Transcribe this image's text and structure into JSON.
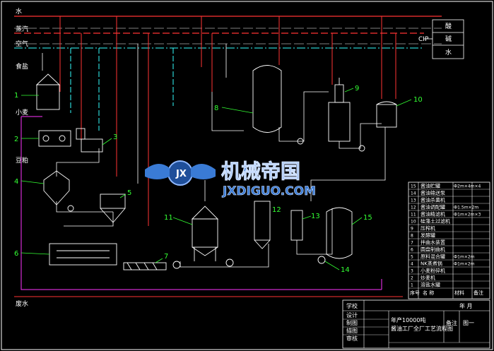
{
  "utilities": {
    "water": "水",
    "steam": "蒸汽",
    "air": "空气",
    "cip": "CIP",
    "acid": "酸",
    "alkali": "碱",
    "cip_water": "水"
  },
  "inputs": {
    "salt": "食盐",
    "wheat": "小麦",
    "soybean": "豆粕",
    "waste_water": "废水"
  },
  "callouts": [
    "1",
    "2",
    "3",
    "4",
    "5",
    "6",
    "7",
    "8",
    "9",
    "10",
    "11",
    "12",
    "13",
    "14",
    "15"
  ],
  "parts_list": {
    "rows": [
      {
        "no": "15",
        "name": "酱油贮罐",
        "spec": "Ф2m×4m×4"
      },
      {
        "no": "14",
        "name": "酱油输送泵",
        "spec": ""
      },
      {
        "no": "13",
        "name": "酱油杀菌机",
        "spec": ""
      },
      {
        "no": "12",
        "name": "酱油调配罐",
        "spec": "Ф1.5m×2m"
      },
      {
        "no": "11",
        "name": "酱油精滤机",
        "spec": "Ф1m×2m×3"
      },
      {
        "no": "10",
        "name": "硅藻土过滤机",
        "spec": ""
      },
      {
        "no": "9",
        "name": "压榨机",
        "spec": ""
      },
      {
        "no": "8",
        "name": "发酵罐",
        "spec": ""
      },
      {
        "no": "7",
        "name": "拌曲水装置",
        "spec": ""
      },
      {
        "no": "6",
        "name": "圆盘制曲机",
        "spec": ""
      },
      {
        "no": "5",
        "name": "原料混合罐",
        "spec": "Ф1m×2m"
      },
      {
        "no": "4",
        "name": "NK蒸煮锅",
        "spec": "Ф1m×2m"
      },
      {
        "no": "3",
        "name": "小麦粉碎机",
        "spec": ""
      },
      {
        "no": "2",
        "name": "炒麦机",
        "spec": ""
      },
      {
        "no": "1",
        "name": "溶盐水罐",
        "spec": ""
      }
    ],
    "header": {
      "no": "序号",
      "name": "名  称",
      "material": "材料",
      "remark": "备注"
    }
  },
  "title_block": {
    "school": "学校",
    "design": "设计",
    "draw": "制图",
    "check": "描图",
    "review": "审核",
    "date_label": "年 月",
    "title": "年产10000吨酱油工厂全厂工艺流程图",
    "remark": "备注",
    "drawing_no": "图一"
  },
  "watermark": {
    "cn": "机械帝国",
    "en": "JXDIGUO.COM"
  },
  "colors": {
    "water_line": "#ff3333",
    "steam_line": "#ff3333",
    "air_line": "#33ffff",
    "process_line": "#ffffff",
    "waste_line": "#ff33ff",
    "callout": "#33ff33",
    "frame": "#3366ff",
    "watermark": "#3a7bd5"
  }
}
